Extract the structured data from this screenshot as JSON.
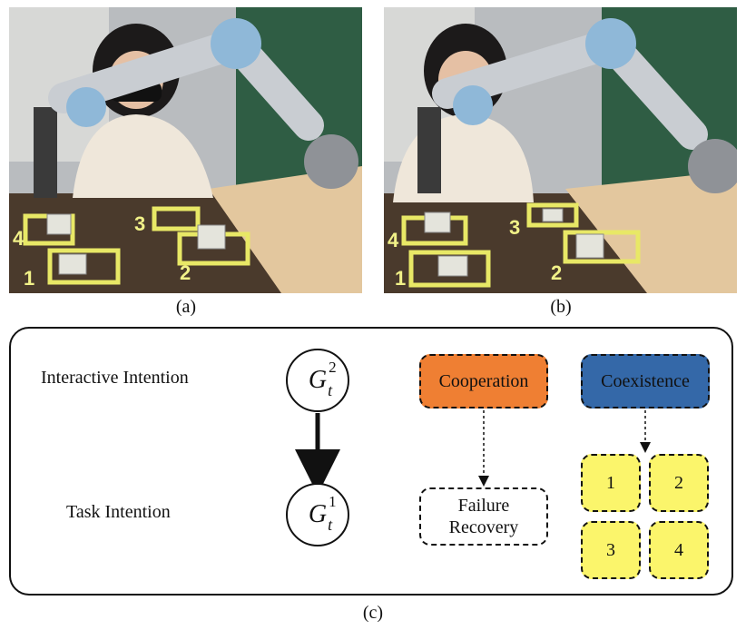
{
  "captions": {
    "a": "(a)",
    "b": "(b)",
    "c": "(c)"
  },
  "photo_a": {
    "tags": [
      "4",
      "3",
      "1",
      "2"
    ]
  },
  "photo_b": {
    "tags": [
      "4",
      "3",
      "1",
      "2"
    ]
  },
  "diagram": {
    "interactive_label": "Interactive Intention",
    "task_label": "Task Intention",
    "node_top": {
      "symbol": "G",
      "sub": "t",
      "sup": "2"
    },
    "node_bottom": {
      "symbol": "G",
      "sub": "t",
      "sup": "1"
    },
    "cooperation": "Cooperation",
    "coexistence": "Coexistence",
    "failure_line1": "Failure",
    "failure_line2": "Recovery",
    "goals": [
      "1",
      "2",
      "3",
      "4"
    ]
  },
  "colors": {
    "cooperation": "#ef7f33",
    "coexistence": "#3468a8",
    "goal": "#fbf56b",
    "tape": "#e8e866",
    "table": "#4a3a2c",
    "curtain": "#2f5d44"
  }
}
